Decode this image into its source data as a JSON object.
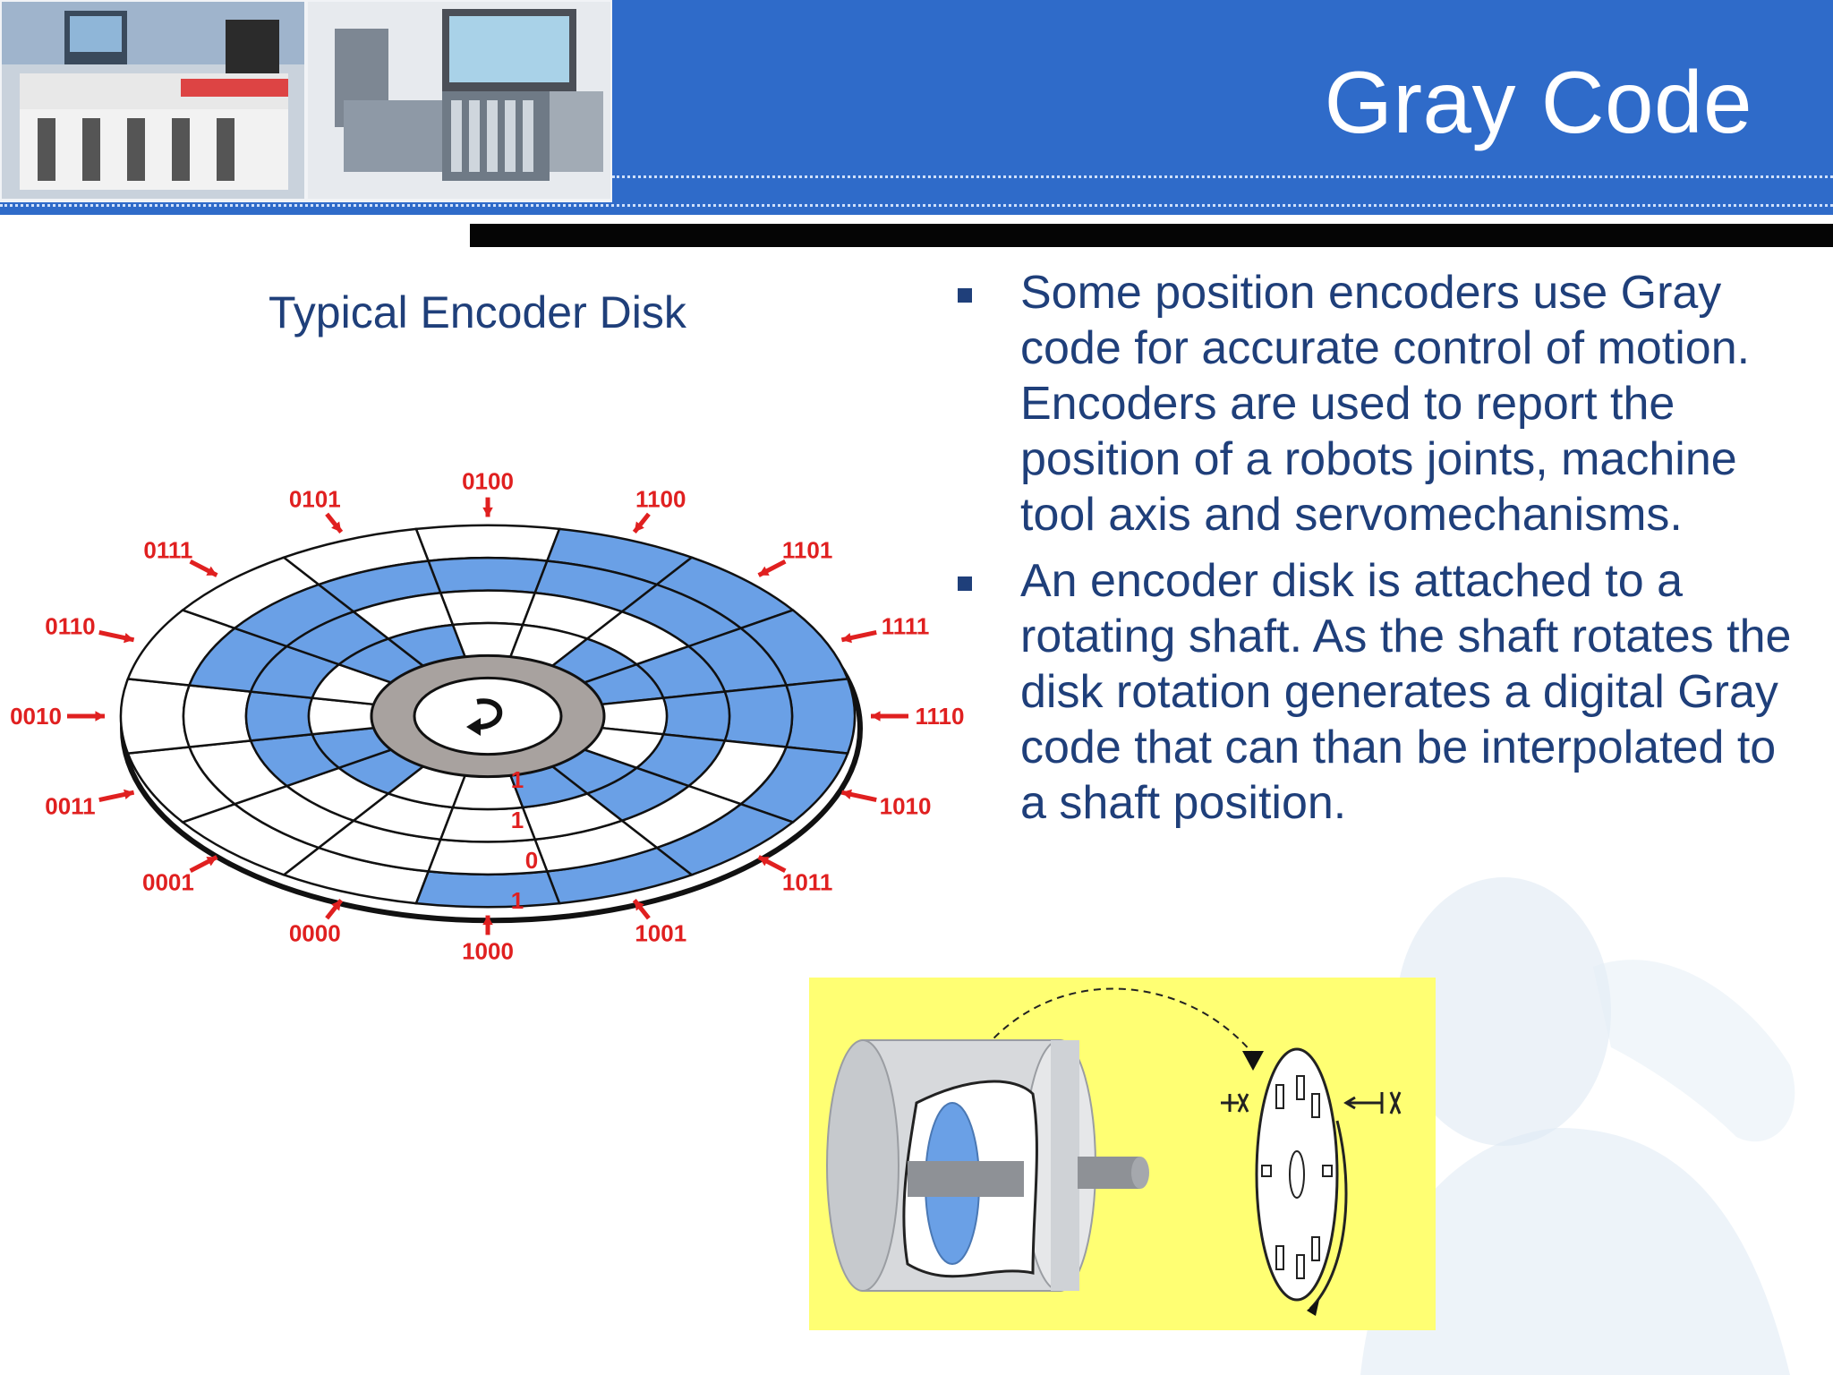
{
  "slide": {
    "title": "Gray Code",
    "disk_caption": "Typical Encoder Disk",
    "bullets": [
      "Some position encoders use Gray code for accurate control of motion. Encoders are used to report the position of a robots joints, machine tool axis and servomechanisms.",
      "An encoder disk is attached to a rotating shaft. As the shaft rotates the disk rotation generates a digital Gray code that can than be interpolated to a shaft position."
    ]
  },
  "encoder_disk": {
    "sector_codes": [
      "0000",
      "0001",
      "0011",
      "0010",
      "0110",
      "0111",
      "0101",
      "0100",
      "1100",
      "1101",
      "1111",
      "1110",
      "1010",
      "1011",
      "1001",
      "1000"
    ],
    "highlighted_bits": [
      "1",
      "1",
      "0",
      "1"
    ]
  },
  "colors": {
    "header_blue": "#2f6bc9",
    "title_text": "#ffffff",
    "body_text": "#1f3f7a",
    "disk_blue": "#6aa0e6",
    "label_red": "#e02020",
    "panel_yellow": "#ffff73"
  },
  "icons": [
    "rotation-arrow-icon",
    "bullet-square-icon"
  ]
}
